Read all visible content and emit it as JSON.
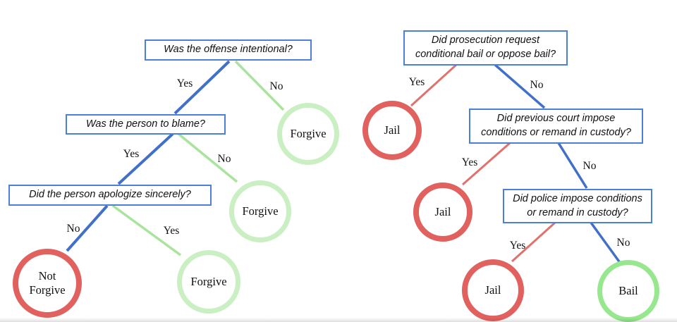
{
  "colors": {
    "box_border": "#4a80d8",
    "edge_blue": "#4170c8",
    "edge_green": "#a9e49d",
    "edge_red": "#e0716d",
    "circle_red": "#e0615e",
    "circle_green_light": "#c9efc2",
    "circle_green": "#97e78f"
  },
  "left_tree": {
    "q1": {
      "text": "Was the offense intentional?",
      "yes": "Yes",
      "no": "No"
    },
    "q2": {
      "text": "Was the person to blame?",
      "yes": "Yes",
      "no": "No"
    },
    "q3": {
      "text": "Did the person apologize sincerely?",
      "yes": "Yes",
      "no": "No"
    },
    "leaves": {
      "forgive_top": "Forgive",
      "forgive_mid": "Forgive",
      "forgive_bottom": "Forgive",
      "not_forgive_lines": [
        "Not",
        "Forgive"
      ]
    }
  },
  "right_tree": {
    "q1": {
      "lines": [
        "Did prosecution request",
        "conditional bail or oppose bail?"
      ],
      "yes": "Yes",
      "no": "No"
    },
    "q2": {
      "lines": [
        "Did previous court impose",
        "conditions or remand in custody?"
      ],
      "yes": "Yes",
      "no": "No"
    },
    "q3": {
      "lines": [
        "Did police impose conditions",
        "or remand in custody?"
      ],
      "yes": "Yes",
      "no": "No"
    },
    "leaves": {
      "jail_1": "Jail",
      "jail_2": "Jail",
      "jail_3": "Jail",
      "bail": "Bail"
    }
  }
}
